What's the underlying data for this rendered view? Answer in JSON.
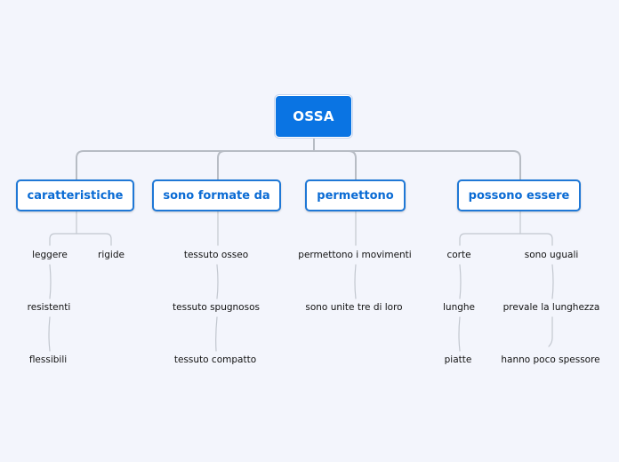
{
  "root": {
    "label": "OSSA"
  },
  "branches": [
    {
      "label": "caratteristiche",
      "children": [
        {
          "label": "leggere",
          "children": [
            {
              "label": "resistenti",
              "children": [
                {
                  "label": "flessibili"
                }
              ]
            }
          ]
        },
        {
          "label": "rigide"
        }
      ]
    },
    {
      "label": "sono formate da",
      "children": [
        {
          "label": "tessuto osseo",
          "children": [
            {
              "label": "tessuto spugnosos",
              "children": [
                {
                  "label": "tessuto compatto"
                }
              ]
            }
          ]
        }
      ]
    },
    {
      "label": "permettono",
      "children": [
        {
          "label": "permettono i movimenti",
          "children": [
            {
              "label": "sono unite tre di loro"
            }
          ]
        }
      ]
    },
    {
      "label": "possono essere",
      "children": [
        {
          "label": "corte",
          "children": [
            {
              "label": "lunghe",
              "children": [
                {
                  "label": "piatte"
                }
              ]
            }
          ]
        },
        {
          "label": "sono uguali",
          "children": [
            {
              "label": "prevale la lunghezza",
              "children": [
                {
                  "label": "hanno poco spessore"
                }
              ]
            }
          ]
        }
      ]
    }
  ],
  "colors": {
    "root_fill": "#0a74e3",
    "branch_border": "#1f78d6",
    "branch_text": "#0a6bd4",
    "connector": "#b7bcc4",
    "background": "#f3f5fc"
  }
}
